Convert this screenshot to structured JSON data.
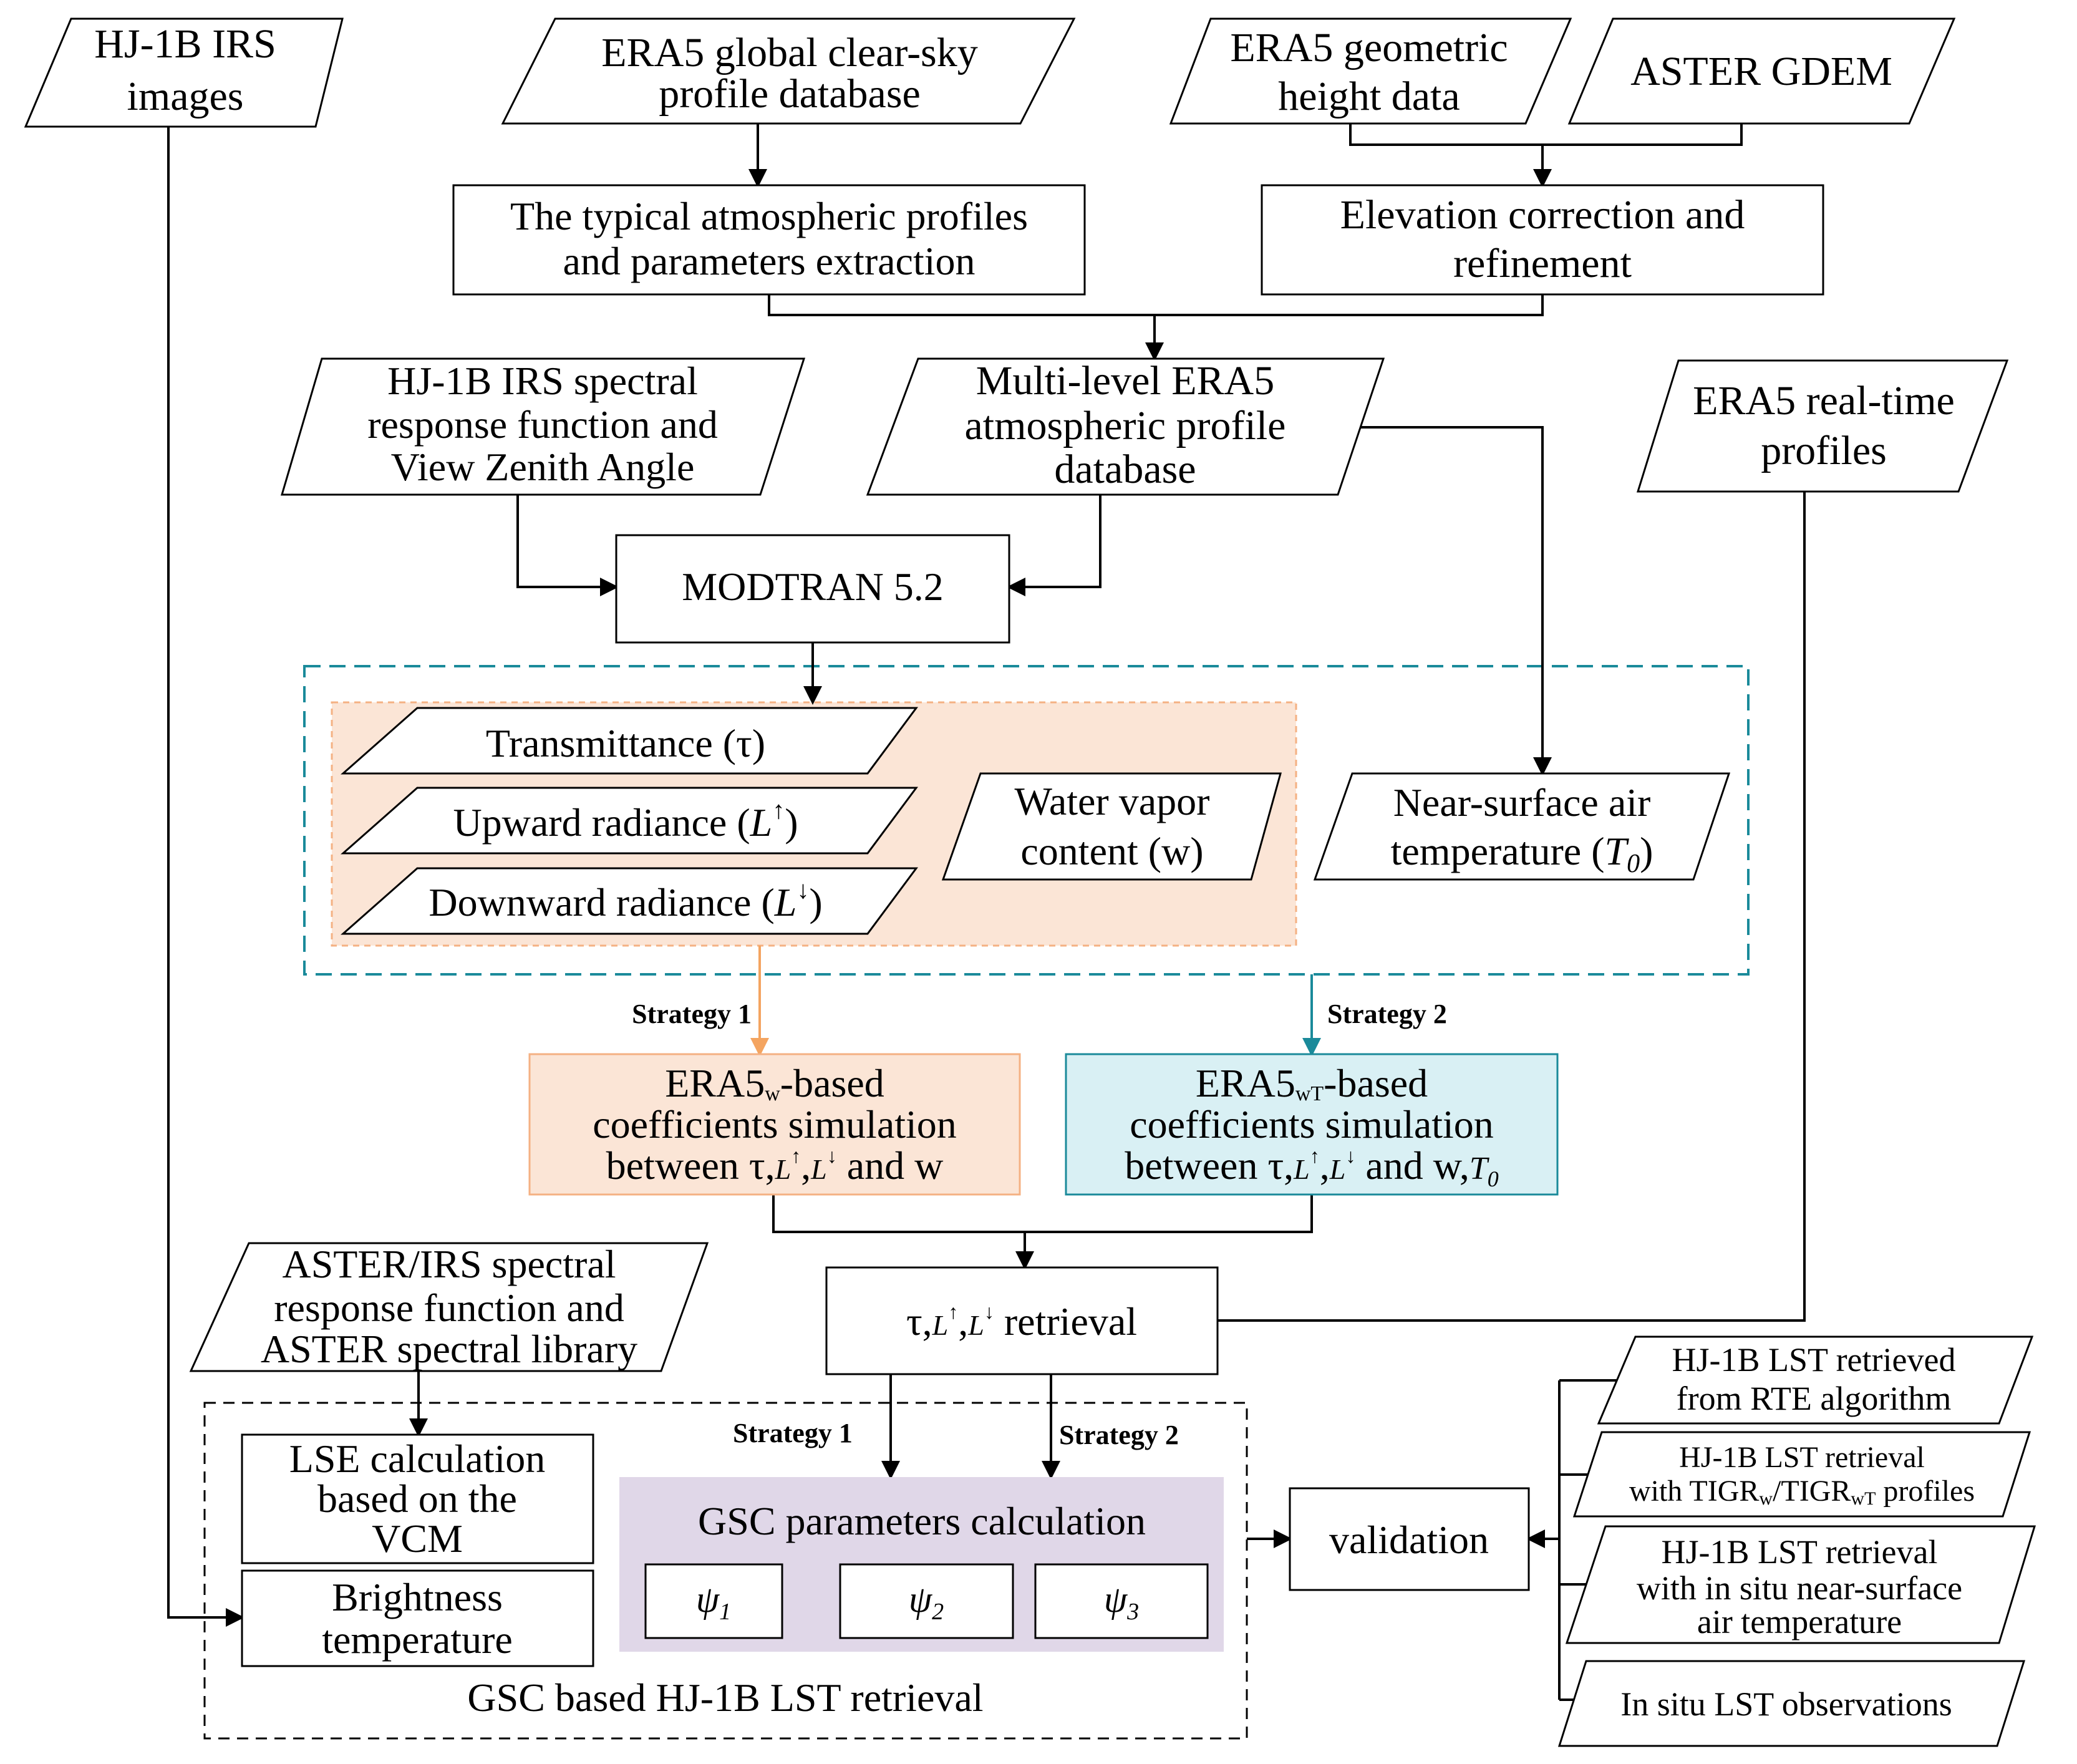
{
  "nodes": {
    "hj1b_irs_images": [
      "HJ-1B IRS",
      "images"
    ],
    "era5_clear_sky_db": [
      "ERA5 global clear-sky",
      "profile database"
    ],
    "era5_geometric_height": [
      "ERA5 geometric",
      "height data"
    ],
    "aster_gdem": "ASTER GDEM",
    "typical_profiles_extraction": [
      "The typical atmospheric profiles",
      "and parameters extraction"
    ],
    "elevation_correction": [
      "Elevation correction and",
      "refinement"
    ],
    "hj1b_srf_vza": [
      "HJ-1B IRS spectral",
      "response function and",
      "View Zenith Angle"
    ],
    "multilevel_era5_db": [
      "Multi-level ERA5",
      "atmospheric profile",
      "database"
    ],
    "era5_realtime_profiles": [
      "ERA5 real-time",
      "profiles"
    ],
    "modtran": "MODTRAN 5.2",
    "transmittance": {
      "text": "Transmittance (",
      "symbol": "τ",
      "close": ")"
    },
    "upward_radiance": {
      "text": "Upward radiance (",
      "symbol": "L",
      "arrow": "↑",
      "close": ")"
    },
    "downward_radiance": {
      "text": "Downward radiance (",
      "symbol": "L",
      "arrow": "↓",
      "close": ")"
    },
    "water_vapor": [
      "Water vapor",
      "content (w)"
    ],
    "near_surface_air_temp": {
      "line1": "Near-surface air",
      "line2": "temperature (",
      "symbol": "T",
      "sub": "0",
      "close": ")"
    },
    "strategy1_label": "Strategy 1",
    "strategy2_label": "Strategy 2",
    "era5w_coefficients": {
      "prefix": "ERA5",
      "sub": "w",
      "suffix": "-based",
      "line2": "coefficients simulation",
      "line3_start": "between τ,",
      "L": "L",
      "up": "↑",
      "comma": ",",
      "down": "↓",
      "line3_end": " and w"
    },
    "era5wt_coefficients": {
      "prefix": "ERA5",
      "sub": "wT",
      "suffix": "-based",
      "line2": "coefficients simulation",
      "line3_start": "between τ,",
      "L": "L",
      "up": "↑",
      "comma": ",",
      "down": "↓",
      "line3_mid": " and w,",
      "T": "T",
      "T_sub": "0"
    },
    "retrieval": {
      "start": "τ,",
      "L": "L",
      "up": "↑",
      "comma": ",",
      "down": "↓",
      "end": " retrieval"
    },
    "aster_srf_library": [
      "ASTER/IRS spectral",
      "response function and",
      "ASTER spectral library"
    ],
    "lse_calculation": [
      "LSE calculation",
      "based on the",
      "VCM"
    ],
    "brightness_temperature": [
      "Brightness",
      "temperature"
    ],
    "strategy1_label_lower": "Strategy 1",
    "strategy2_label_lower": "Strategy 2",
    "gsc_parameters": "GSC parameters  calculation",
    "psi": [
      {
        "symbol": "ψ",
        "sub": "1"
      },
      {
        "symbol": "ψ",
        "sub": "2"
      },
      {
        "symbol": "ψ",
        "sub": "3"
      }
    ],
    "gsc_region_label": "GSC based HJ-1B LST retrieval",
    "validation": "validation",
    "rte_lst": [
      "HJ-1B LST retrieved",
      "from RTE algorithm"
    ],
    "tigr_lst": {
      "line1": "HJ-1B LST retrieval",
      "line2_start": "with TIGR",
      "sub1": "w",
      "slash": "/TIGR",
      "sub2": "wT",
      "line2_end": " profiles"
    },
    "insitu_air_temp_lst": [
      "HJ-1B LST retrieval",
      "with in situ near-surface",
      "air temperature"
    ],
    "insitu_lst": "In situ LST observations"
  },
  "colors": {
    "strategy1_fill": "#fbe5d6",
    "strategy1_border": "#f4b183",
    "strategy1_arrow": "#f4a460",
    "strategy2_fill": "#d9f0f4",
    "strategy2_border": "#1a8a9a",
    "strategy2_arrow": "#1a8a9a",
    "gsc_fill": "#e0d7e8",
    "dashed_region": "#1a8a9a"
  }
}
